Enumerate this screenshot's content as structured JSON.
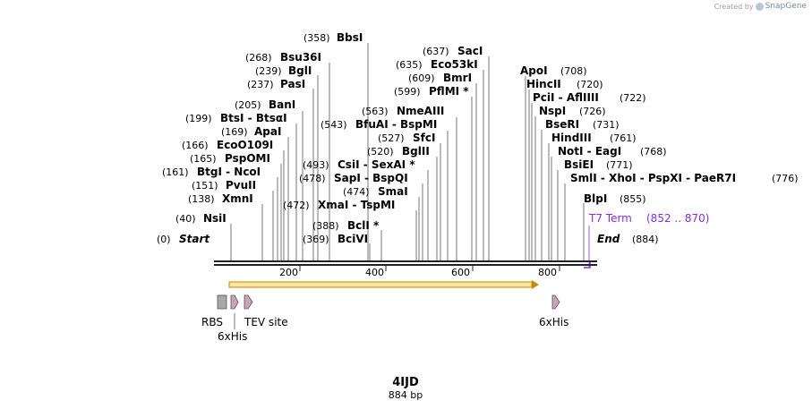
{
  "credit": {
    "prefix": "Created by",
    "brand": "SnapGene"
  },
  "map": {
    "name": "4IJD",
    "length_label": "884 bp",
    "start_num": "(0)",
    "start_label": "Start",
    "end_num": "(884)",
    "end_label": "End",
    "ticks": [
      "200",
      "400",
      "600",
      "800"
    ]
  },
  "sites": [
    {
      "id": "bbsi",
      "num": "(358)",
      "name": "BbsI"
    },
    {
      "id": "bsu36i",
      "num": "(268)",
      "name": "Bsu36I"
    },
    {
      "id": "bgli",
      "num": "(239)",
      "name": "BglI"
    },
    {
      "id": "pasi",
      "num": "(237)",
      "name": "PasI"
    },
    {
      "id": "bani",
      "num": "(205)",
      "name": "BanI"
    },
    {
      "id": "btsi",
      "num": "(199)",
      "name": "BtsI - BtsαI"
    },
    {
      "id": "apai",
      "num": "(169)",
      "name": "ApaI"
    },
    {
      "id": "eco0109i",
      "num": "(166)",
      "name": "EcoO109I"
    },
    {
      "id": "pspomi",
      "num": "(165)",
      "name": "PspOMI"
    },
    {
      "id": "btgi",
      "num": "(161)",
      "name": "BtgI - NcoI"
    },
    {
      "id": "pvuii",
      "num": "(151)",
      "name": "PvuII"
    },
    {
      "id": "xmni",
      "num": "(138)",
      "name": "XmnI"
    },
    {
      "id": "nsii",
      "num": "(40)",
      "name": "NsiI"
    },
    {
      "id": "saci",
      "num": "(637)",
      "name": "SacI"
    },
    {
      "id": "eco53ki",
      "num": "(635)",
      "name": "Eco53kI"
    },
    {
      "id": "bmri",
      "num": "(609)",
      "name": "BmrI"
    },
    {
      "id": "pflmi",
      "num": "(599)",
      "name": "PflMI *"
    },
    {
      "id": "nmeaiii",
      "num": "(563)",
      "name": "NmeAIII"
    },
    {
      "id": "bfuai",
      "num": "(543)",
      "name": "BfuAI - BspMI"
    },
    {
      "id": "sfci",
      "num": "(527)",
      "name": "SfcI"
    },
    {
      "id": "bglii",
      "num": "(520)",
      "name": "BglII"
    },
    {
      "id": "csii",
      "num": "(493)",
      "name": "CsiI - SexAI *"
    },
    {
      "id": "sapi",
      "num": "(478)",
      "name": "SapI - BspQI"
    },
    {
      "id": "smai",
      "num": "(474)",
      "name": "SmaI"
    },
    {
      "id": "xmai",
      "num": "(472)",
      "name": "XmaI - TspMI"
    },
    {
      "id": "bcli",
      "num": "(388)",
      "name": "BclI *"
    },
    {
      "id": "bcivi",
      "num": "(369)",
      "name": "BciVI"
    },
    {
      "id": "apoi",
      "num": "(708)",
      "name": "ApoI"
    },
    {
      "id": "hincii",
      "num": "(720)",
      "name": "HincII"
    },
    {
      "id": "pcii",
      "num": "(722)",
      "name": "PciI - AflIIII"
    },
    {
      "id": "nspi",
      "num": "(726)",
      "name": "NspI"
    },
    {
      "id": "bseri",
      "num": "(731)",
      "name": "BseRI"
    },
    {
      "id": "hindiii",
      "num": "(761)",
      "name": "HindIII"
    },
    {
      "id": "noti",
      "num": "(768)",
      "name": "NotI - EagI"
    },
    {
      "id": "bsiei",
      "num": "(771)",
      "name": "BsiEI"
    },
    {
      "id": "smli",
      "num": "(776)",
      "name": "SmlI - XhoI - PspXI - PaeR7I"
    },
    {
      "id": "blpi",
      "num": "(855)",
      "name": "BlpI"
    }
  ],
  "t7_term": {
    "name": "T7 Term",
    "range": "(852 .. 870)",
    "color": "#8a2be2"
  },
  "features": {
    "rbs": "RBS",
    "his1": "6xHis",
    "tev": "TEV site",
    "his2": "6xHis"
  },
  "colors": {
    "orf_fill": "#f6e7a3",
    "orf_edge": "#c88a00",
    "feature_fill": "#c9a3b8",
    "rbs_fill": "#a8a8a8"
  }
}
